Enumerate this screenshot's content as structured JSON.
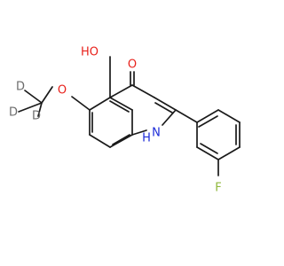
{
  "molecule": {
    "labels": {
      "hydroxyl": "HO",
      "carbonyl_oxygen": "O",
      "methoxy_oxygen": "O",
      "deuterium_top": "D",
      "deuterium_left": "D",
      "deuterium_right": "D",
      "ring_nitrogen": "N",
      "nitrogen_hydrogen": "H",
      "fluorine": "F"
    },
    "colors": {
      "bond": "#1a1a1a",
      "oxygen": "#e8211b",
      "nitrogen": "#1c2bd8",
      "deuterium": "#6b6b6b",
      "fluorine": "#8fb83a"
    }
  }
}
